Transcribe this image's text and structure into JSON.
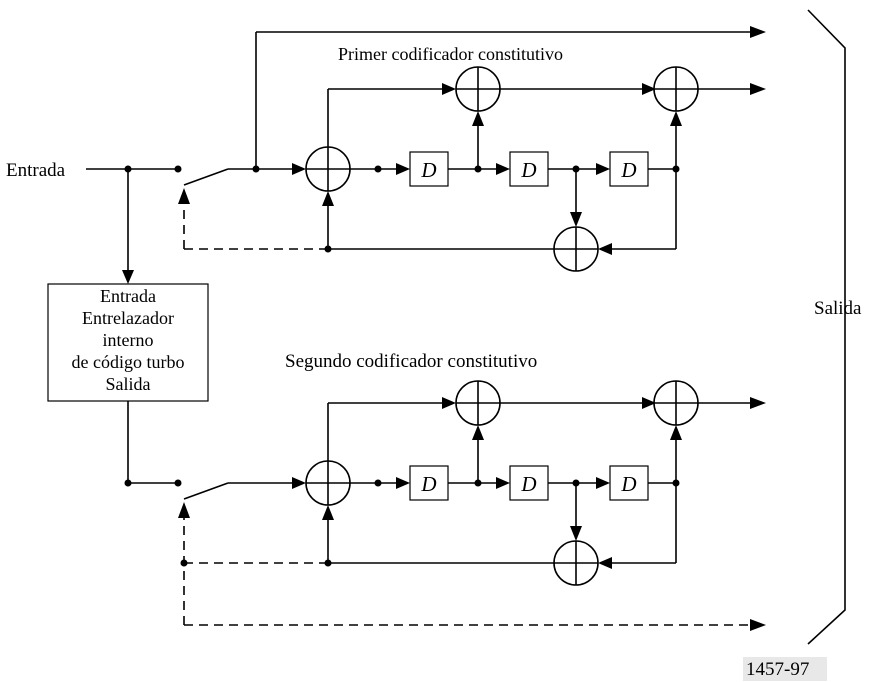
{
  "labels": {
    "input": "Entrada",
    "output": "Salida",
    "first_encoder": "Primer codificador constitutivo",
    "second_encoder": "Segundo codificador constitutivo",
    "delay": "D",
    "figure_id": "1457-97"
  },
  "interleaver": {
    "line1": "Entrada",
    "line2": "Entrelazador",
    "line3": "interno",
    "line4": "de código turbo",
    "line5": "Salida"
  }
}
